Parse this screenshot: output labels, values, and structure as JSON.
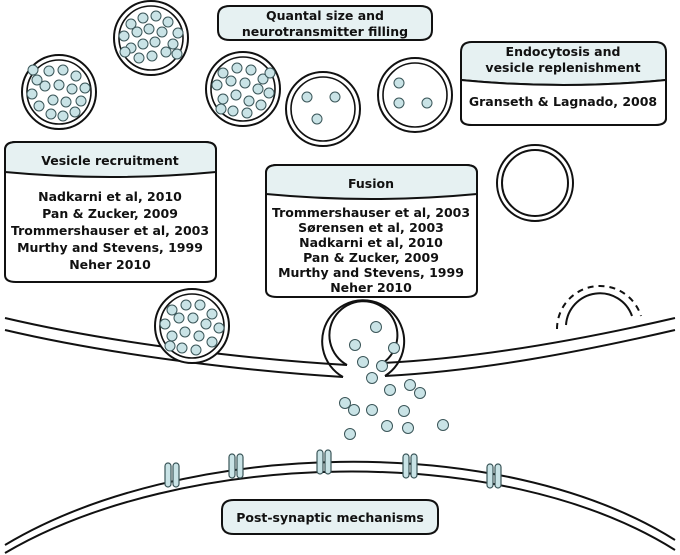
{
  "colors": {
    "vesicle_fill": "#c9e3e6",
    "vesicle_stroke": "#3a5558",
    "box_fill": "#e6f1f2",
    "line": "#111111"
  },
  "labels": {
    "quantal": [
      "Quantal size and",
      "neurotransmitter filling"
    ],
    "endocytosis": {
      "header": [
        "Endocytosis and",
        "vesicle replenishment"
      ],
      "refs": [
        "Granseth & Lagnado, 2008"
      ]
    },
    "recruitment": {
      "header": [
        "Vesicle recruitment"
      ],
      "refs": [
        "Nadkarni et al, 2010",
        "Pan & Zucker, 2009",
        "Trommershauser et al, 2003",
        "Murthy and Stevens, 1999",
        "Neher 2010"
      ]
    },
    "fusion": {
      "header": [
        "Fusion"
      ],
      "refs": [
        "Trommershauser et al, 2003",
        "Sørensen et al, 2003",
        "Nadkarni et al, 2010",
        "Pan & Zucker, 2009",
        "Murthy and Stevens, 1999",
        "Neher 2010"
      ]
    },
    "postsynaptic": [
      "Post-synaptic mechanisms"
    ]
  },
  "icons": [
    "vesicle-full-icon",
    "vesicle-partial-icon",
    "vesicle-empty-icon",
    "fusion-pore-icon",
    "endocytic-pit-icon",
    "receptor-channel-icon"
  ]
}
